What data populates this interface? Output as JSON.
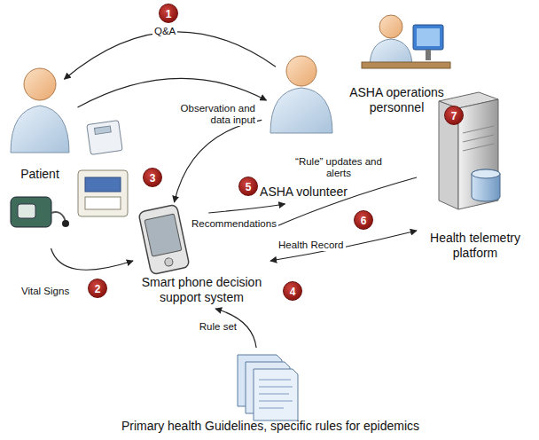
{
  "diagram": {
    "nodes": [
      {
        "text": [
          "Patient"
        ]
      },
      {
        "text": [
          "ASHA volunteer"
        ]
      },
      {
        "text": [
          "ASHA operations personnel"
        ]
      },
      {
        "text": [
          "Smart phone decision support system"
        ]
      },
      {
        "text": [
          "Health telemetry platform"
        ]
      },
      {
        "text": [
          "Primary health Guidelines, specific rules for epidemics"
        ]
      }
    ],
    "edges": [
      {
        "from": 1,
        "to": 0,
        "label": "Q&A",
        "arrow": "to"
      },
      {
        "from": 0,
        "to": 1,
        "arrow": "to"
      },
      {
        "from": 1,
        "to": 3,
        "label": "Observation and data input",
        "arrow": "to"
      },
      {
        "from": 0,
        "to": 3,
        "label": "Vital Signs",
        "arrow": "to"
      },
      {
        "from": 3,
        "to": 1,
        "label": "Recommendations",
        "arrow": "to"
      },
      {
        "from": 4,
        "to": 3,
        "label": "“Rule” updates and alerts",
        "arrow": "to"
      },
      {
        "from": 3,
        "to": 4,
        "label": "Health Record",
        "arrow": "both"
      },
      {
        "from": 5,
        "to": 3,
        "label": "Rule set",
        "arrow": "to"
      }
    ],
    "labels": [
      "1",
      "2",
      "3",
      "4",
      "5",
      "6",
      "7"
    ]
  }
}
